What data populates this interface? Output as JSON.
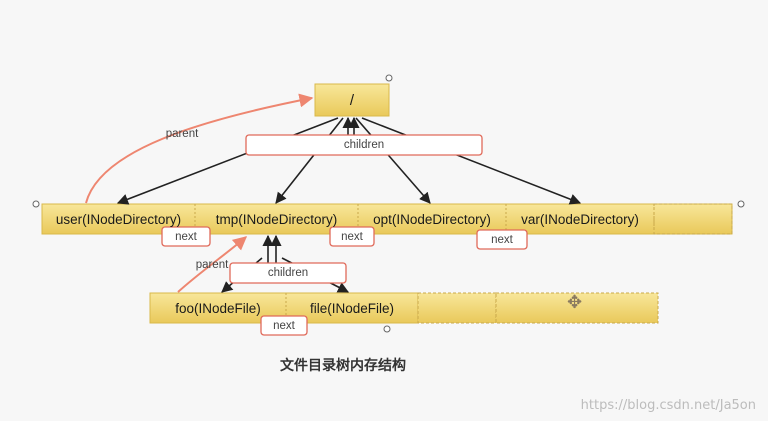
{
  "diagram": {
    "root_label": "/",
    "children_label": "children",
    "parent_label": "parent",
    "next_label": "next",
    "level1": [
      "user(INodeDirectory)",
      "tmp(INodeDirectory)",
      "opt(INodeDirectory)",
      "var(INodeDirectory)"
    ],
    "level2": [
      "foo(INodeFile)",
      "file(INodeFile)"
    ],
    "caption": "文件目录树内存结构",
    "watermark": "https://blog.csdn.net/Ja5on"
  },
  "icons": {
    "move": "move-cursor-icon"
  },
  "colors": {
    "node_fill": "#f2d970",
    "node_border": "#d9b84a",
    "label_border": "#e06a5a",
    "parent_arrow": "#ee8670",
    "child_arrow": "#222222"
  }
}
